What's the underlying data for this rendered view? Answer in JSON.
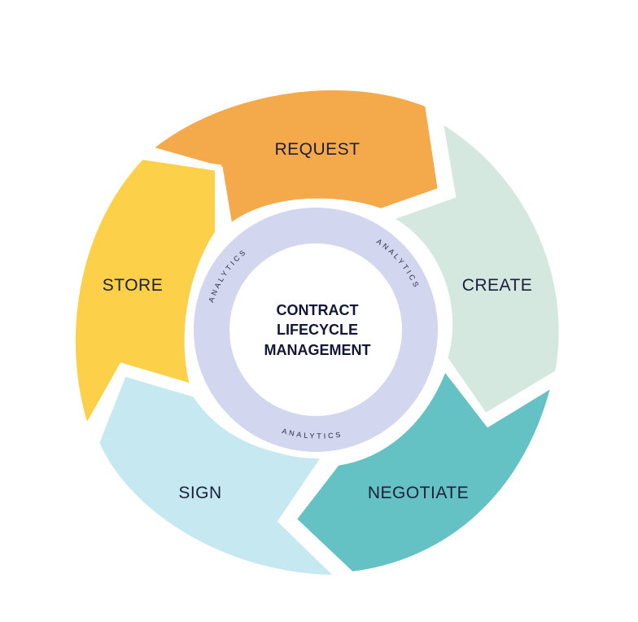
{
  "diagram": {
    "type": "cycle",
    "center": {
      "lines": [
        "CONTRACT",
        "LIFECYCLE",
        "MANAGEMENT"
      ]
    },
    "ring": {
      "labels": [
        "ANALYTICS",
        "ANALYTICS",
        "ANALYTICS"
      ],
      "color": "#d3d6ef"
    },
    "stages": [
      {
        "label": "REQUEST",
        "color": "#f4a94a"
      },
      {
        "label": "CREATE",
        "color": "#d4e8e0"
      },
      {
        "label": "NEGOTIATE",
        "color": "#64c1c4"
      },
      {
        "label": "SIGN",
        "color": "#c6e8f0"
      },
      {
        "label": "STORE",
        "color": "#fcd048"
      }
    ],
    "flow": "clockwise"
  }
}
